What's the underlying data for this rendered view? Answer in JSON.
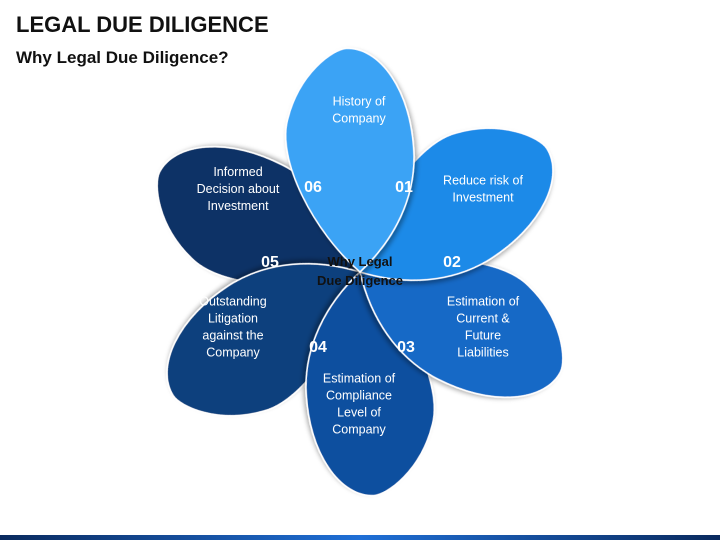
{
  "header": {
    "title": "LEGAL DUE DILIGENCE",
    "subtitle": "Why Legal Due Diligence?"
  },
  "center": {
    "line1": "Why Legal",
    "line2": "Due Diligence"
  },
  "colors": {
    "petal_01": "#3aa3f5",
    "petal_02": "#1f8ae8",
    "petal_03": "#1469c6",
    "petal_04": "#0f4f9f",
    "petal_05": "#0e3f7d",
    "petal_06": "#0c3266",
    "bottom_bar": "#1f6fd6"
  },
  "petals": [
    {
      "number": "01",
      "lines": [
        "History of",
        "Company"
      ]
    },
    {
      "number": "02",
      "lines": [
        "Reduce risk of",
        "Investment"
      ]
    },
    {
      "number": "03",
      "lines": [
        "Estimation of",
        "Current &",
        "Future",
        "Liabilities"
      ]
    },
    {
      "number": "04",
      "lines": [
        "Estimation of",
        "Compliance",
        "Level of",
        "Company"
      ]
    },
    {
      "number": "05",
      "lines": [
        "Outstanding",
        "Litigation",
        "against the",
        "Company"
      ]
    },
    {
      "number": "06",
      "lines": [
        "Informed",
        "Decision about",
        "Investment"
      ]
    }
  ]
}
